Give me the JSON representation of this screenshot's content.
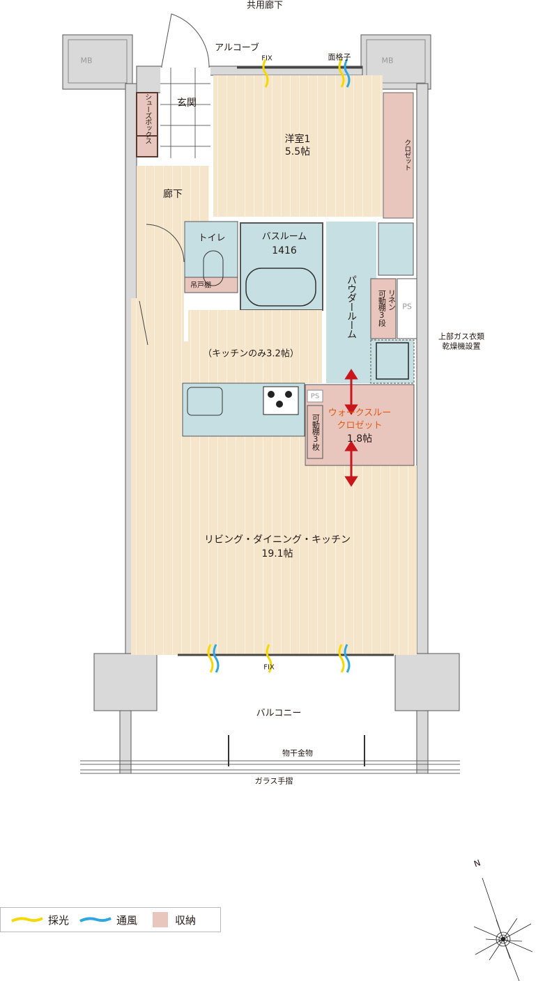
{
  "corridor_label": "共用廊下",
  "alcove_label": "アルコーブ",
  "mb_label": "MB",
  "fix_label": "FIX",
  "lattice_label": "面格子",
  "rooms": {
    "entrance": "玄関",
    "shoe_box": "シューズボックス",
    "hallway": "廊下",
    "western_room": {
      "name": "洋室1",
      "size": "5.5帖"
    },
    "closet": "クロゼット",
    "toilet": "トイレ",
    "hanging_cabinet": "吊戸棚",
    "bathroom": {
      "name": "バスルーム",
      "size": "1416"
    },
    "powder_room": "パウダールーム",
    "linen": "リネン",
    "linen_shelf": "可動棚3段",
    "ps": "PS",
    "dryer_note": "上部ガス衣類\n乾燥機設置",
    "dryer_line1": "上部ガス衣類",
    "dryer_line2": "乾燥機設置",
    "kitchen_note": "（キッチンのみ3.2帖）",
    "wic": {
      "name1": "ウォークスルー",
      "name2": "クロゼット",
      "size": "1.8帖"
    },
    "wic_shelf": "可動棚3枚",
    "ldk": {
      "name": "リビング・ダイニング・キッチン",
      "size": "19.1帖"
    },
    "balcony": "バルコニー",
    "drying_hardware": "物干金物",
    "glass_railing": "ガラス手摺"
  },
  "legend": [
    {
      "label": "採光",
      "color": "#f5d800"
    },
    {
      "label": "通風",
      "color": "#2ea7e0"
    },
    {
      "label": "収納",
      "color": "#e8c6bd"
    }
  ],
  "compass_label": "N",
  "colors": {
    "floor": "#f5e6cb",
    "wet": "#c6dfe2",
    "storage": "#e8c6bd",
    "wall": "#d9d9d9",
    "arrow": "#c8161d"
  }
}
